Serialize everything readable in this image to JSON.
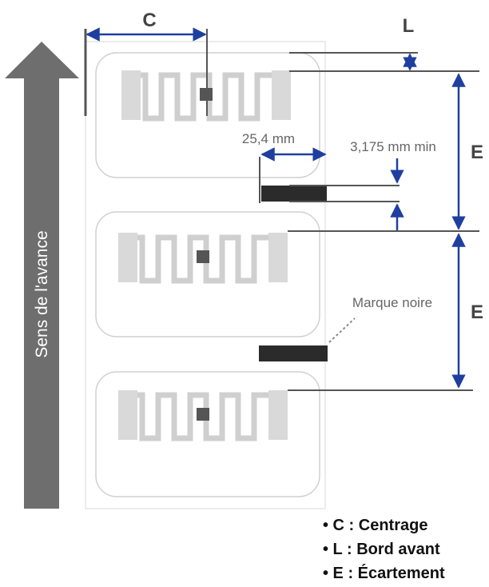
{
  "arrow": {
    "label": "Sens de l'avance",
    "color": "#6e6e6e"
  },
  "dimensions": {
    "c": "C",
    "l": "L",
    "e1": "E",
    "e2": "E",
    "width_value": "25,4 mm",
    "gap_value": "3,175 mm min"
  },
  "mark_label": "Marque noire",
  "legend": [
    "• C : Centrage",
    "• L : Bord avant",
    "• E : Écartement"
  ],
  "colors": {
    "dimension_blue": "#1f3fa0",
    "black_mark": "#2b2b2b",
    "antenna_grey": "#d9d9d9",
    "chip": "#555555",
    "label_outline": "#cfcfcf",
    "text_grey": "#666666"
  }
}
